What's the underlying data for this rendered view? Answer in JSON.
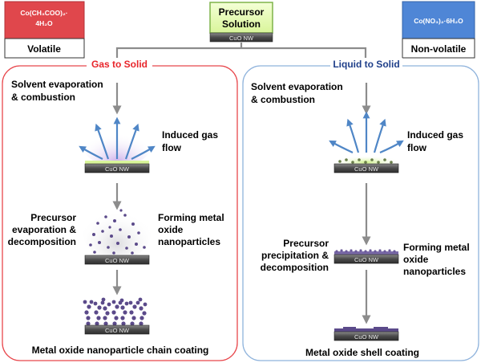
{
  "precursor": {
    "title_line1": "Precursor",
    "title_line2": "Solution",
    "substrate": "CuO NW"
  },
  "left_salt": {
    "formula": "Co(CH₃COO)₂·",
    "hydrate": "4H₂O",
    "property": "Volatile",
    "color": "#e0474c"
  },
  "right_salt": {
    "formula": "Co(NO₃)₂·6H₂O",
    "property": "Non-volatile",
    "color": "#4f86d6"
  },
  "left_path": {
    "heading": "Gas to Solid",
    "step1_line1": "Solvent evaporation",
    "step1_line2": "& combustion",
    "gas_line1": "Induced gas",
    "gas_line2": "flow",
    "step2_left_line1": "Precursor",
    "step2_left_line2": "evaporation &",
    "step2_left_line3": "decomposition",
    "step2_right_line1": "Forming metal",
    "step2_right_line2": "oxide",
    "step2_right_line3": "nanoparticles",
    "final": "Metal oxide nanoparticle chain coating",
    "substrate": "CuO NW",
    "border_color": "#e8474c",
    "heading_color": "#e8252b"
  },
  "right_path": {
    "heading": "Liquid to Solid",
    "step1_line1": "Solvent evaporation",
    "step1_line2": "& combustion",
    "gas_line1": "Induced gas",
    "gas_line2": "flow",
    "step2_left_line1": "Precursor",
    "step2_left_line2": "precipitation &",
    "step2_left_line3": "decomposition",
    "step2_right_line1": "Forming metal",
    "step2_right_line2": "oxide",
    "step2_right_line3": "nanoparticles",
    "final": "Metal oxide shell coating",
    "substrate": "CuO NW",
    "border_color": "#8fb3dc",
    "heading_color": "#1f3f8a"
  }
}
